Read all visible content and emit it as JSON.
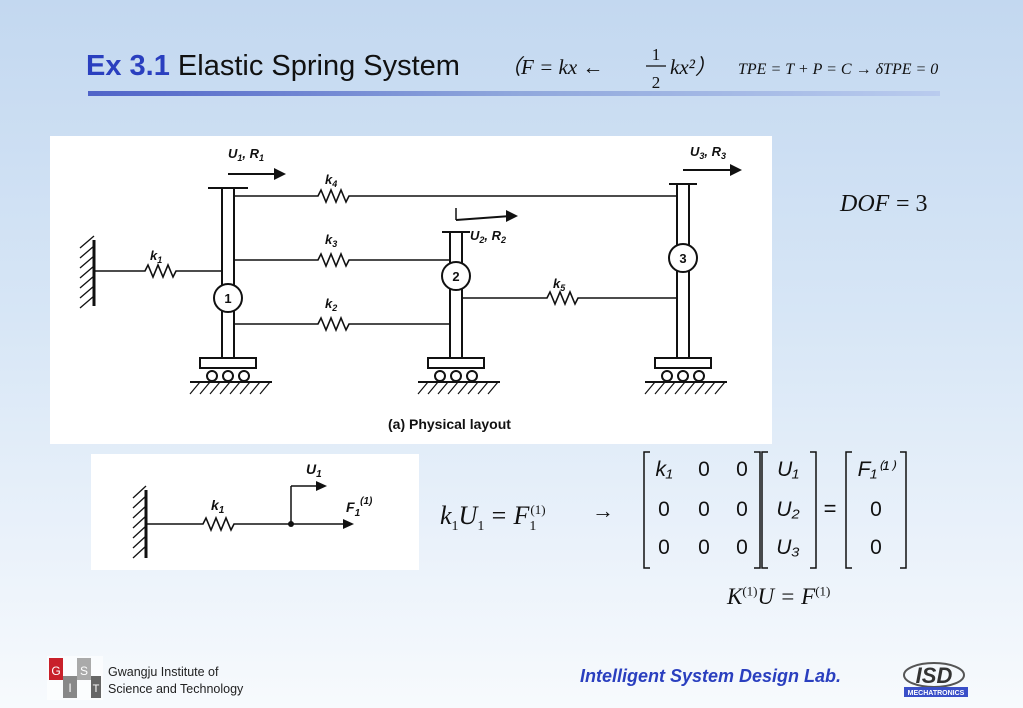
{
  "title": {
    "ex_label": "Ex 3.1",
    "main": "Elastic Spring System",
    "formula_head": "（F = kx ←",
    "frac_num": "1",
    "frac_den": "2",
    "formula_tail": "kx²）",
    "tpe": "TPE = T + P = C → δTPE = 0"
  },
  "layout_figure": {
    "caption": "(a)  Physical layout",
    "springs": [
      "k4",
      "k3",
      "k2",
      "k1",
      "k5"
    ],
    "nodes": [
      "1",
      "2",
      "3"
    ],
    "loads": [
      {
        "u": "U",
        "us": "1",
        "r": "R",
        "rs": "1"
      },
      {
        "u": "U",
        "us": "2",
        "r": "R",
        "rs": "2"
      },
      {
        "u": "U",
        "us": "3",
        "r": "R",
        "rs": "3"
      }
    ]
  },
  "small_figure": {
    "spring": "k",
    "spring_sub": "1",
    "disp": "U",
    "disp_sub": "1",
    "force": "F",
    "force_sub": "1",
    "force_sup": "(1)"
  },
  "dof": {
    "label": "DOF",
    "value": "= 3"
  },
  "element_eq": {
    "lhs_k": "k",
    "lhs_k_sub": "1",
    "lhs_u": "U",
    "lhs_u_sub": "1",
    "eq": "=",
    "rhs": "F",
    "rhs_sub": "1",
    "rhs_sup": "(1)"
  },
  "arrow": "→",
  "matrix": {
    "rows": [
      [
        "k₁",
        "0",
        "0"
      ],
      [
        "0",
        "0",
        "0"
      ],
      [
        "0",
        "0",
        "0"
      ]
    ],
    "vector_u": [
      "U₁",
      "U₂",
      "U₃"
    ],
    "equals": "=",
    "vector_f": [
      "F₁⁽¹⁾",
      "0",
      "0"
    ]
  },
  "global_eq": {
    "k": "K",
    "ksup": "(1)",
    "u": "U = F",
    "fsup": "(1)"
  },
  "footer": {
    "logo_letters": [
      "G",
      "I",
      "S",
      "T"
    ],
    "institute_line1": "Gwangju Institute of",
    "institute_line2": "Science and Technology",
    "lab": "Intelligent System Design Lab.",
    "isd_logo_text": "ISD",
    "isd_logo_sub": "MECHATRONICS"
  }
}
